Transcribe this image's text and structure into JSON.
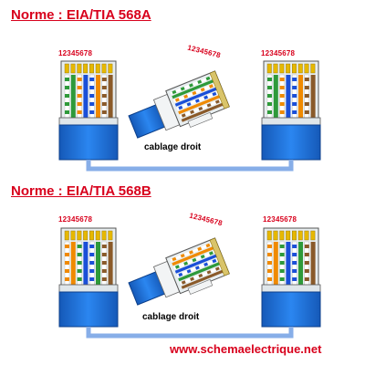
{
  "sections": [
    {
      "title": "Norme : EIA/TIA 568A",
      "pin_numbers": "12345678",
      "cable_label": "cablage droit",
      "wires": [
        "green-white",
        "green",
        "orange-white",
        "blue",
        "blue-white",
        "orange",
        "brown-white",
        "brown"
      ]
    },
    {
      "title": "Norme : EIA/TIA 568B",
      "pin_numbers": "12345678",
      "cable_label": "cablage droit",
      "wires": [
        "orange-white",
        "orange",
        "green-white",
        "blue",
        "blue-white",
        "green",
        "brown-white",
        "brown"
      ]
    }
  ],
  "footer": {
    "website": "www.schemaelectrique.net"
  },
  "colors": {
    "title": "#d8001c",
    "cable": "#87aee8",
    "jacket": "#1a6ed8",
    "plug": "#e8eef0",
    "green": "#2e9a3a",
    "orange": "#f08a00",
    "blue": "#1a4fd8",
    "brown": "#8a5a2a"
  }
}
